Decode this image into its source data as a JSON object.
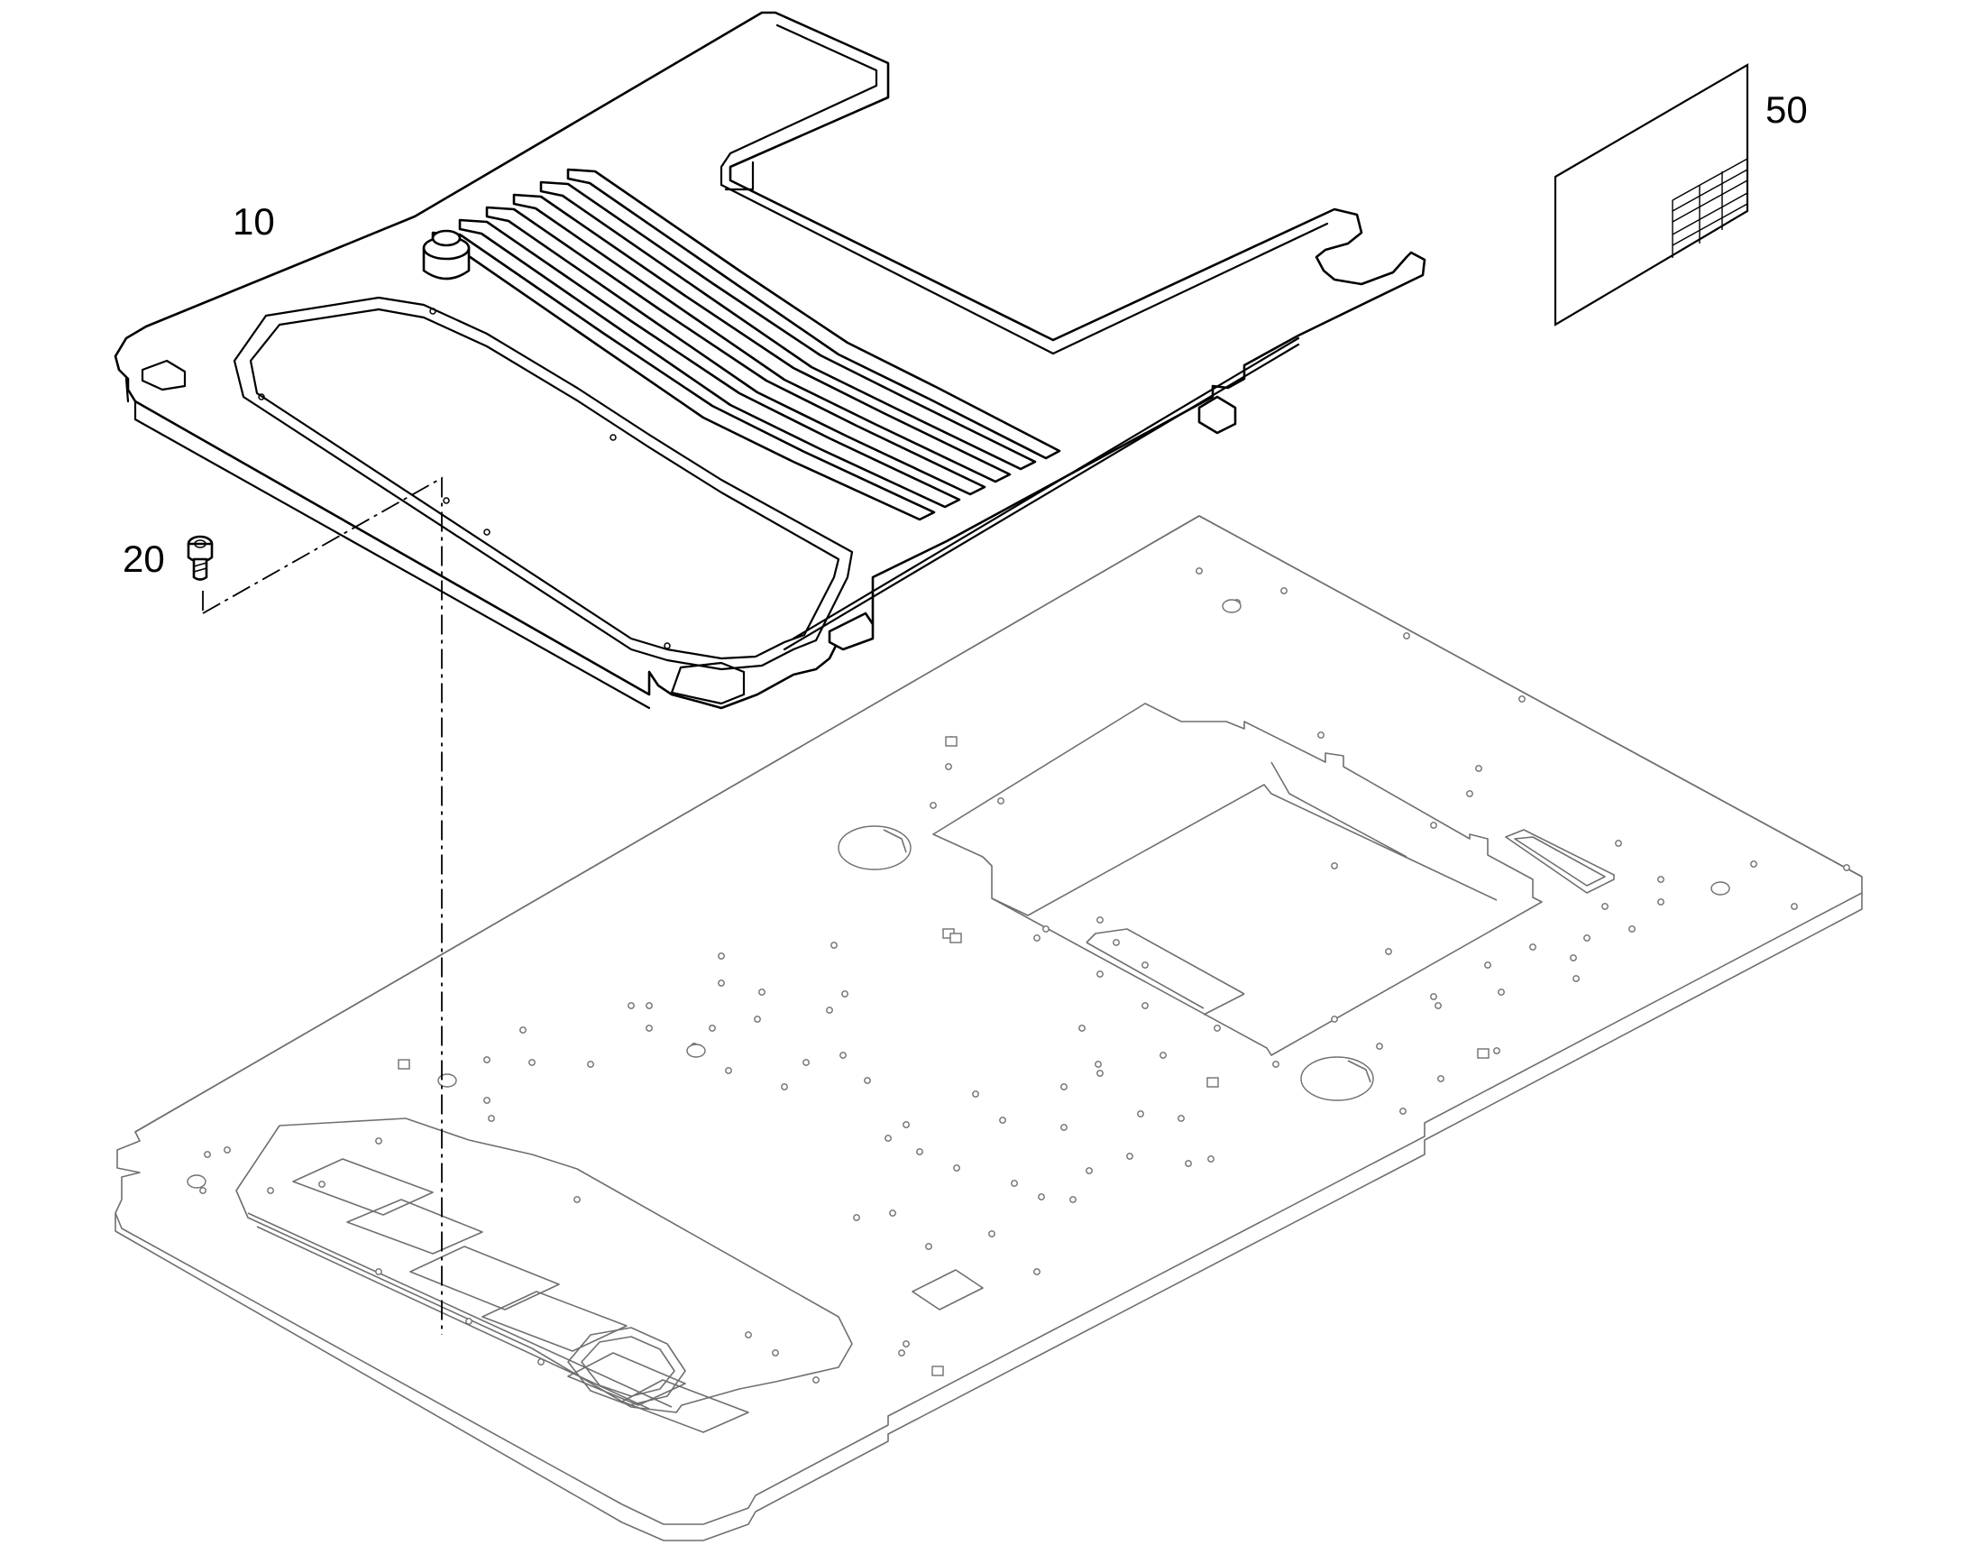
{
  "callouts": {
    "part_10": "10",
    "part_20": "20",
    "part_50": "50"
  },
  "colors": {
    "line": "#000000",
    "base_line": "#6f6f6f",
    "background": "#ffffff"
  }
}
